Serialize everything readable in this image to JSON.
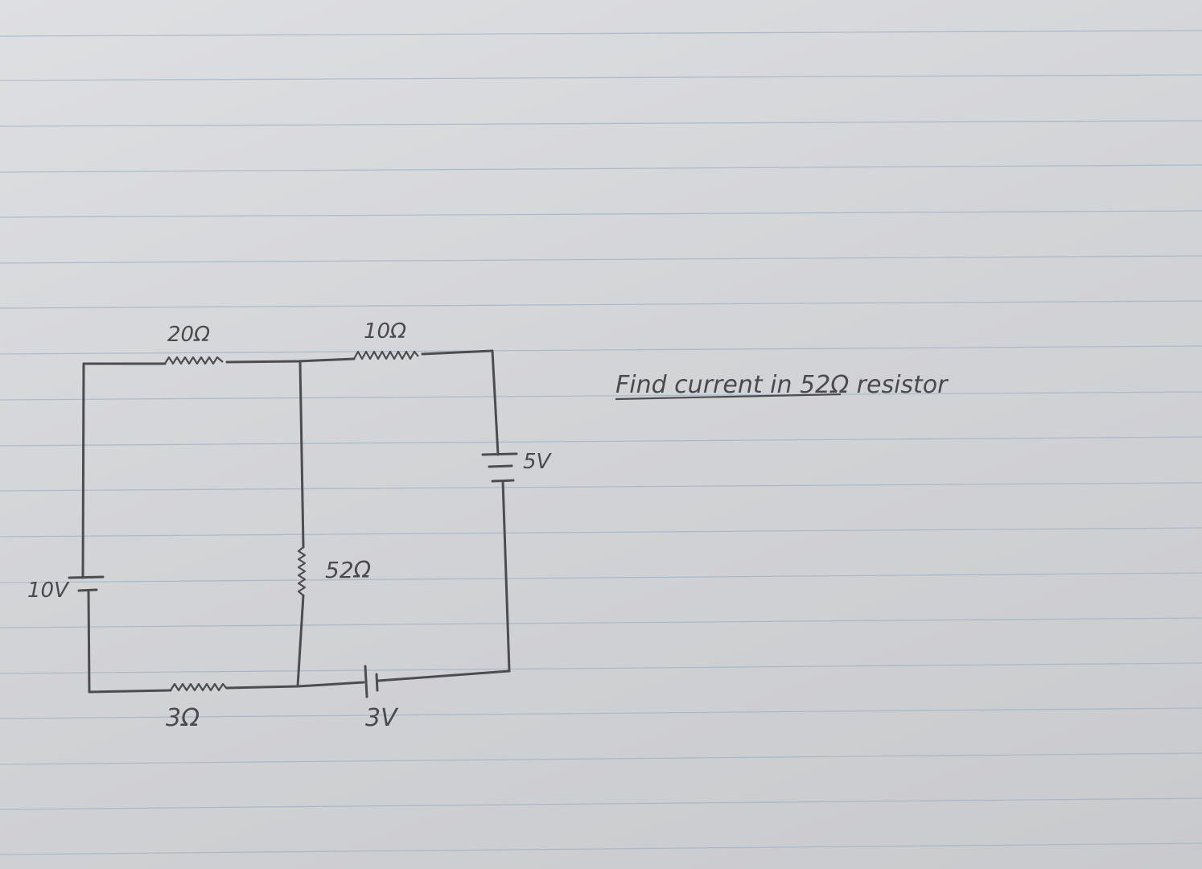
{
  "question": "Find current in 52Ω resistor",
  "components": {
    "r_top_left": "20Ω",
    "r_top_right": "10Ω",
    "r_middle": "52Ω",
    "r_bottom_left": "3Ω",
    "battery_left": "10V",
    "battery_right": "5V",
    "battery_bottom": "3V"
  },
  "colors": {
    "paper": "#d8d9dc",
    "rule_lines": "#9fb3c8",
    "pencil": "#4d4d51"
  }
}
